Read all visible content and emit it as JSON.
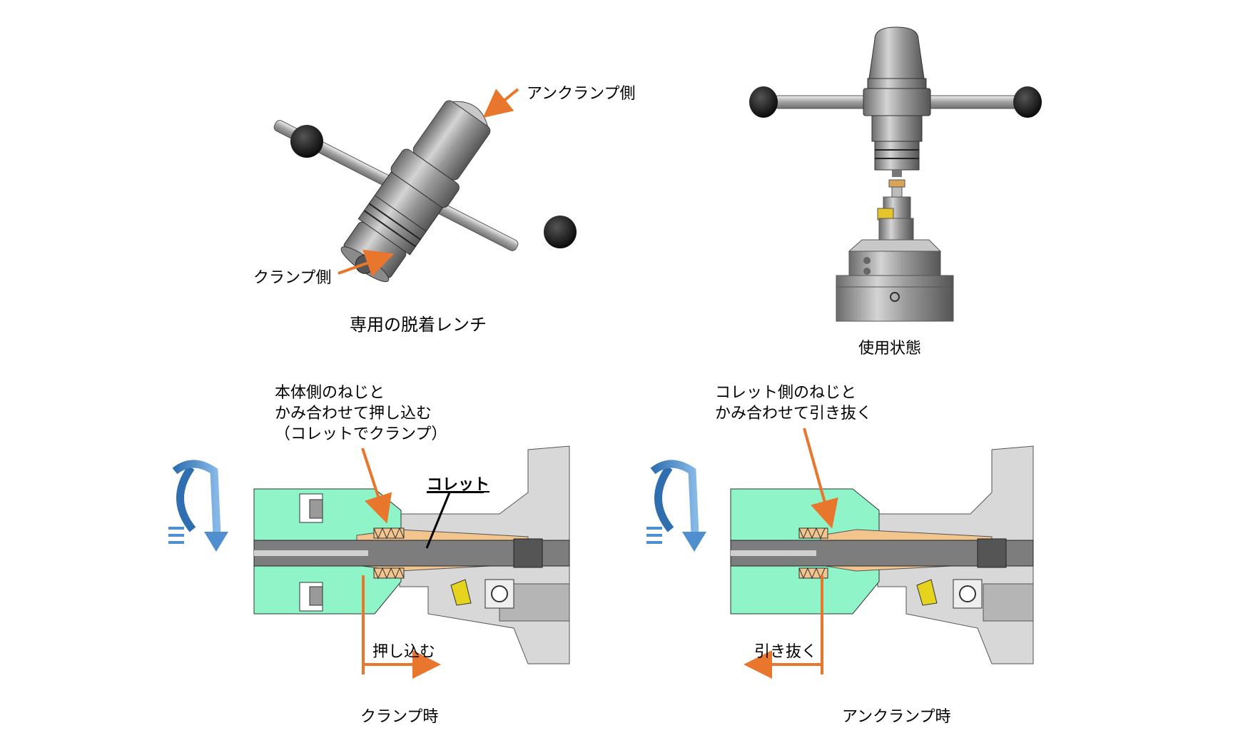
{
  "top_left": {
    "label_unclamp_side": "アンクランプ側",
    "label_clamp_side": "クランプ側",
    "caption": "専用の脱着レンチ"
  },
  "top_right": {
    "caption": "使用状態"
  },
  "bottom_left": {
    "note": "本体側のねじと\nかみ合わせて押し込む\n（コレットでクランプ）",
    "collet_label": "コレット",
    "direction_label": "押し込む",
    "caption": "クランプ時"
  },
  "bottom_right": {
    "note": "コレット側のねじと\nかみ合わせて引き抜く",
    "direction_label": "引き抜く",
    "caption": "アンクランプ時"
  },
  "colors": {
    "arrow_orange": "#e8762c",
    "rotation_blue": "#4f8fd0",
    "holder_green": "#8ff5c8",
    "collet_tan": "#f2c48e",
    "housing_gray": "#d8d8d8",
    "knob_black": "#111111"
  },
  "icons": [
    "rotation-arrow-icon",
    "direction-arrow-icon",
    "pointer-arrow-icon"
  ]
}
